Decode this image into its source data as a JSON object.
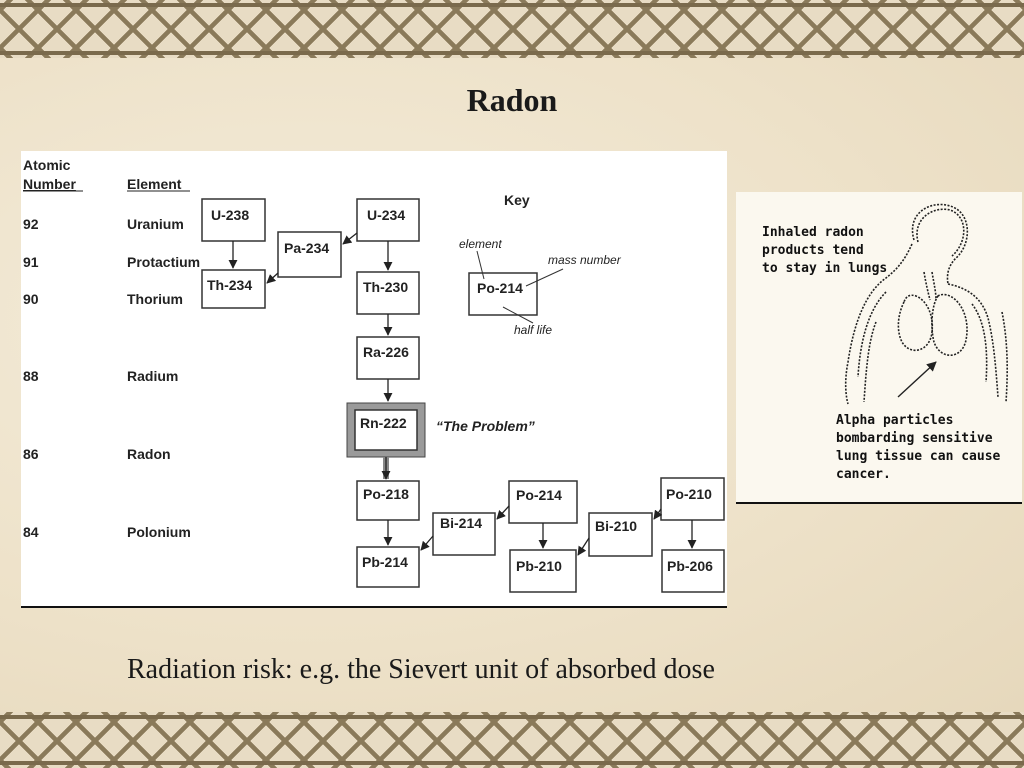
{
  "slide": {
    "title": "Radon",
    "caption": "Radiation risk: e.g. the Sievert unit of absorbed dose"
  },
  "decay_chart": {
    "header_atomic": [
      "Atomic",
      "Number"
    ],
    "header_element": "Element",
    "rows": [
      {
        "number": "92",
        "element": "Uranium"
      },
      {
        "number": "91",
        "element": "Protactium"
      },
      {
        "number": "90",
        "element": "Thorium"
      },
      {
        "number": "88",
        "element": "Radium"
      },
      {
        "number": "86",
        "element": "Radon"
      },
      {
        "number": "84",
        "element": "Polonium"
      }
    ],
    "nuclides": {
      "u238": "U-238",
      "u234": "U-234",
      "pa234": "Pa-234",
      "th234": "Th-234",
      "th230": "Th-230",
      "ra226": "Ra-226",
      "rn222": "Rn-222",
      "po218": "Po-218",
      "pb214": "Pb-214",
      "bi214": "Bi-214",
      "po214": "Po-214",
      "pb210": "Pb-210",
      "bi210": "Bi-210",
      "po210": "Po-210",
      "pb206": "Pb-206"
    },
    "problem_label": "“The Problem”",
    "key": {
      "title": "Key",
      "example": "Po-214",
      "element_label": "element",
      "mass_label": "mass number",
      "halflife_label": "half life"
    }
  },
  "lung_illustration": {
    "text_top": [
      "Inhaled radon",
      "products tend",
      "to stay in lungs"
    ],
    "text_bottom": [
      "Alpha particles",
      "bombarding sensitive",
      "lung tissue can cause",
      "cancer."
    ]
  }
}
